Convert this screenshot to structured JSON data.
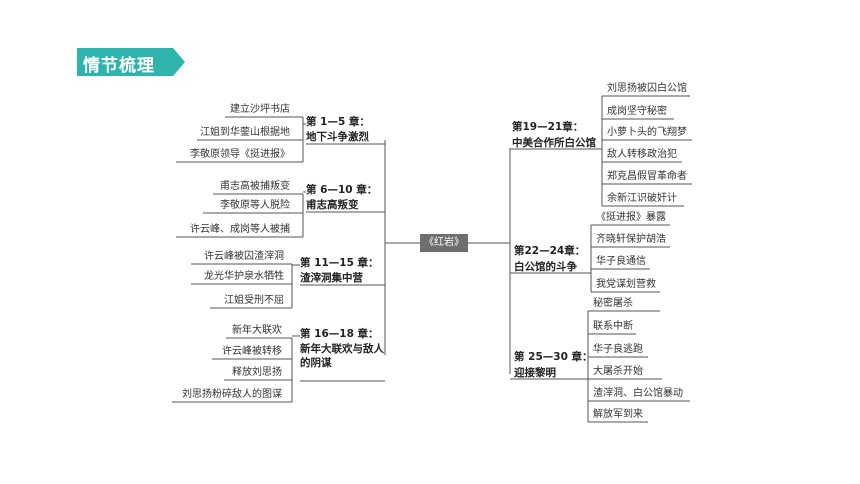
{
  "header": {
    "badge_label": "情节梳理"
  },
  "colors": {
    "badge": "#2fb4ad",
    "line": "#555555",
    "root_bg": "#6f6f6f"
  },
  "root": {
    "label": "《红岩》"
  },
  "left_branches": [
    {
      "chapter": "第  1—5  章：",
      "title": "地下斗争激烈",
      "events": [
        "建立沙坪书店",
        "江姐到华蓥山根据地",
        "李敬原领导《挺进报》"
      ]
    },
    {
      "chapter": "第  6—10 章：",
      "title": "甫志高叛变",
      "events": [
        "甫志高被捕叛变",
        "李敬原等人脱险",
        "许云峰、成岗等人被捕"
      ]
    },
    {
      "chapter": "第  11—15 章：",
      "title": "渣滓洞集中营",
      "events": [
        "许云峰被囚渣滓洞",
        "龙光华护泉水牺牲",
        "江姐受刑不屈"
      ]
    },
    {
      "chapter": "第  16—18  章：",
      "title": "新年大联欢与敌人的阴谋",
      "events": [
        "新年大联欢",
        "许云峰被转移",
        "释放刘思扬",
        "刘思扬粉碎敌人的图谋"
      ]
    }
  ],
  "right_branches": [
    {
      "chapter": "第19—21章：",
      "title": "中美合作所白公馆",
      "events": [
        "刘思扬被囚白公馆",
        "成岗坚守秘密",
        "小萝卜头的飞翔梦",
        "敌人转移政治犯",
        "郑克昌假冒革命者",
        "余新江识破奸计"
      ]
    },
    {
      "chapter": "第22—24章：",
      "title": "白公馆的斗争",
      "events": [
        "《挺进报》暴露",
        "齐晓轩保护胡浩",
        "华子良通信",
        "我党谋划营救"
      ]
    },
    {
      "chapter": "第 25—30 章：",
      "title": "迎接黎明",
      "events": [
        "秘密屠杀",
        "联系中断",
        "华子良逃跑",
        "大屠杀开始",
        "渣滓洞、白公馆暴动",
        "解放军到来"
      ]
    }
  ]
}
